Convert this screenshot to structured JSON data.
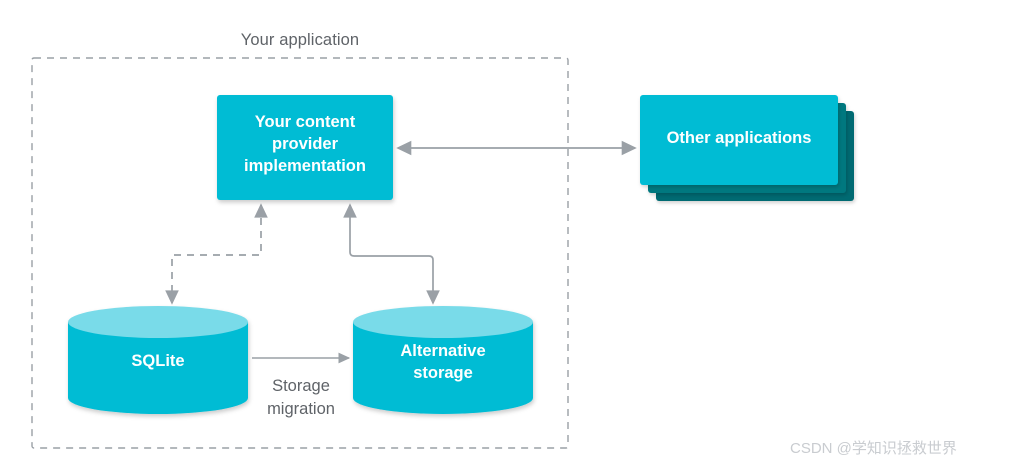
{
  "diagram": {
    "boundary": {
      "label": "Your application",
      "style": "dashed",
      "color": "#9aa0a6"
    },
    "nodes": [
      {
        "id": "content-provider",
        "label": "Your content provider implementation",
        "label_lines": [
          "Your content",
          "provider",
          "implementation"
        ],
        "shape": "rectangle",
        "fill": "#06bcd4",
        "text_color": "#ffffff"
      },
      {
        "id": "other-applications",
        "label": "Other applications",
        "label_lines": [
          "Other applications"
        ],
        "shape": "stacked-rectangle",
        "stack_count": 3,
        "fill": "#06bcd4",
        "stack_fill": "#006b72",
        "text_color": "#ffffff"
      },
      {
        "id": "sqlite",
        "label": "SQLite",
        "label_lines": [
          "SQLite"
        ],
        "shape": "cylinder",
        "fill": "#06bcd4",
        "top_fill": "#79dbe9",
        "text_color": "#ffffff"
      },
      {
        "id": "alternative-storage",
        "label": "Alternative storage",
        "label_lines": [
          "Alternative",
          "storage"
        ],
        "shape": "cylinder",
        "fill": "#06bcd4",
        "top_fill": "#79dbe9",
        "text_color": "#ffffff"
      }
    ],
    "edges": [
      {
        "id": "cp-other-apps",
        "from": "content-provider",
        "to": "other-applications",
        "style": "solid",
        "arrows": "both",
        "label": "",
        "color": "#9aa0a6"
      },
      {
        "id": "cp-sqlite",
        "from": "content-provider",
        "to": "sqlite",
        "style": "dashed",
        "arrows": "both",
        "label": "",
        "color": "#9aa0a6"
      },
      {
        "id": "cp-alt-storage",
        "from": "content-provider",
        "to": "alternative-storage",
        "style": "solid",
        "arrows": "both",
        "label": "",
        "color": "#9aa0a6"
      },
      {
        "id": "sqlite-alt-storage",
        "from": "sqlite",
        "to": "alternative-storage",
        "style": "solid",
        "arrows": "end",
        "label": "Storage migration",
        "label_lines": [
          "Storage",
          "migration"
        ],
        "color": "#9aa0a6"
      }
    ]
  },
  "watermark": {
    "text": "CSDN @学知识拯救世界"
  }
}
